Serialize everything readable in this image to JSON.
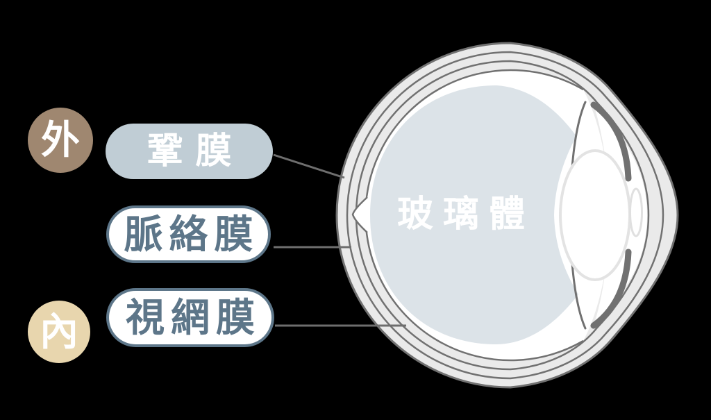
{
  "colors": {
    "background": "#000000",
    "eye-gray": "#eaeaea",
    "line-gray": "#717171",
    "connector-gray": "#6e6e6e",
    "vitreous-blue": "#dce3e8",
    "pill-blue": "#c0cdd5",
    "outline-blue": "#5d7689",
    "badge-brown": "#9f8770",
    "badge-tan": "#e8d6ae",
    "lens-gray": "#e3e3e3"
  },
  "legend": {
    "outer_badge_label": "外",
    "inner_badge_label": "內",
    "sclera_label": "鞏膜",
    "choroid_label": "脈絡膜",
    "retina_label": "視網膜"
  },
  "diagram": {
    "vitreous_label": "玻璃體"
  }
}
